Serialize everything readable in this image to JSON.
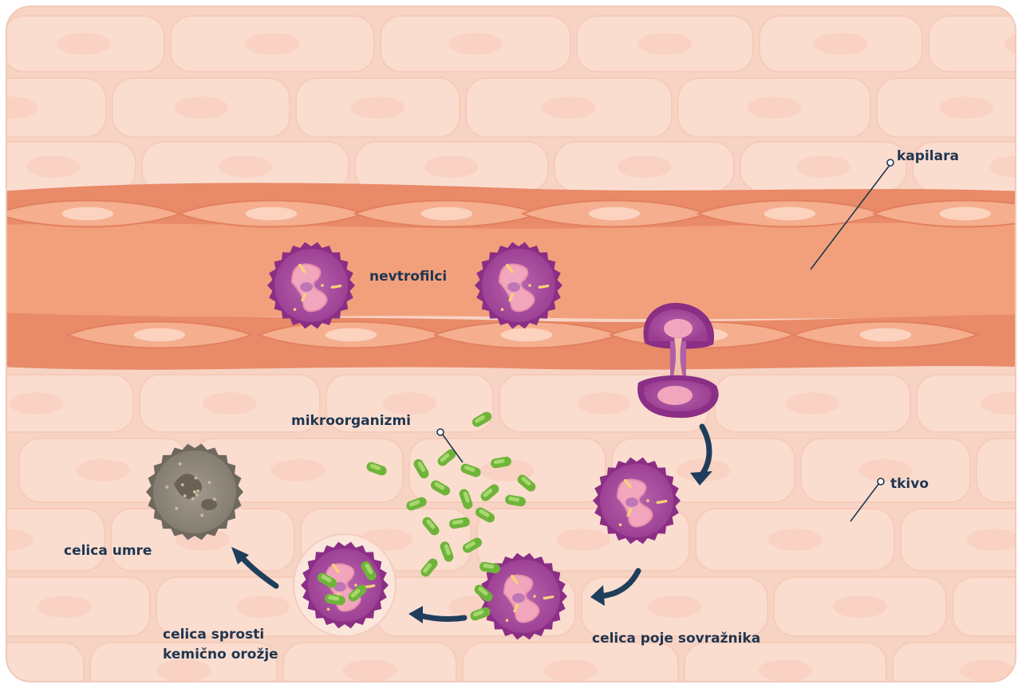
{
  "labels": {
    "capillary": "kapilara",
    "neutrophils": "nevtrofilci",
    "microorganisms": "mikroorganizmi",
    "tissue": "tkivo",
    "cell_dies": "celica umre",
    "cell_releases_line1": "celica sprosti",
    "cell_releases_line2": "kemično orožje",
    "cell_eats_enemy": "celica poje sovražnika"
  },
  "colors": {
    "tissue_background": "#f9d9cb",
    "tissue_cell": "#fbdccf",
    "capillary_wall": "#ec8d6c",
    "capillary_lumen": "#f3a27e",
    "neutrophil_membrane": "#a8479c",
    "neutrophil_cytoplasm": "#c873b8",
    "nucleus": "#f4a3b8",
    "microorganism": "#7fc242",
    "dead_cell": "#8e8478",
    "arrow": "#1f3e5b",
    "label_text": "#1f3650"
  }
}
